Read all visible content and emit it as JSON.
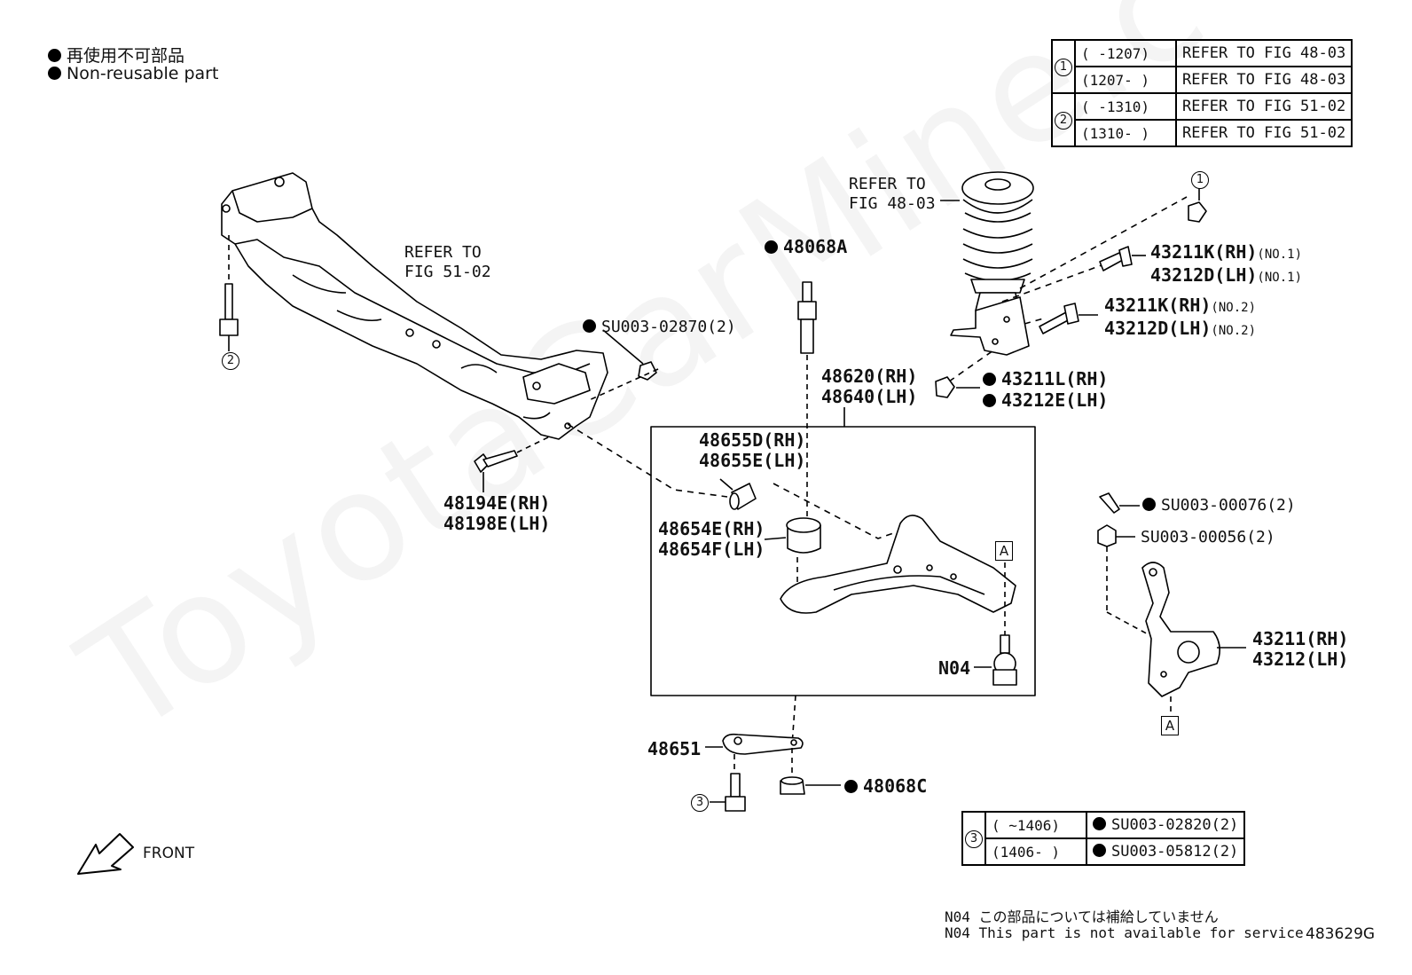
{
  "legend": {
    "jp": "再使用不可部品",
    "en": "Non-reusable part"
  },
  "ref_table_top": {
    "rows": [
      {
        "group": "1",
        "range": "(    -1207)",
        "ref": "REFER TO FIG 48-03"
      },
      {
        "group": "1",
        "range": "(1207-    )",
        "ref": "REFER TO FIG 48-03"
      },
      {
        "group": "2",
        "range": "(    -1310)",
        "ref": "REFER TO FIG 51-02"
      },
      {
        "group": "2",
        "range": "(1310-    )",
        "ref": "REFER TO FIG 51-02"
      }
    ]
  },
  "ref_table_bottom": {
    "group": "3",
    "rows": [
      {
        "range": "(    ~1406)",
        "part": "SU003-02820(2)"
      },
      {
        "range": "(1406-    )",
        "part": "SU003-05812(2)"
      }
    ]
  },
  "refs": {
    "crossmember": [
      "REFER TO",
      "FIG 51-02"
    ],
    "strut": [
      "REFER TO",
      "FIG 48-03"
    ]
  },
  "parts": {
    "p48068A": "48068A",
    "pSU003_02870": "SU003-02870(2)",
    "p48194E": "48194E(RH)",
    "p48198E": "48198E(LH)",
    "p48620": "48620(RH)",
    "p48640": "48640(LH)",
    "p48655D": "48655D(RH)",
    "p48655E": "48655E(LH)",
    "p48654E": "48654E(RH)",
    "p48654F": "48654F(LH)",
    "pN04": "N04",
    "p48651": "48651",
    "p48068C": "48068C",
    "p43211K_1": "43211K(RH)",
    "p43211K_1_s": "(NO.1)",
    "p43212D_1": "43212D(LH)",
    "p43212D_1_s": "(NO.1)",
    "p43211K_2": "43211K(RH)",
    "p43211K_2_s": "(NO.2)",
    "p43212D_2": "43212D(LH)",
    "p43212D_2_s": "(NO.2)",
    "p43211L": "43211L(RH)",
    "p43212E": "43212E(LH)",
    "pSU003_00076": "SU003-00076(2)",
    "pSU003_00056": "SU003-00056(2)",
    "p43211": "43211(RH)",
    "p43212": "43212(LH)"
  },
  "markers": {
    "c1": "1",
    "c2": "2",
    "c3": "3",
    "a": "A"
  },
  "front_label": "FRONT",
  "notes": {
    "jp": "N04  この部品については補給していません",
    "en": "N04 This part is not available for service"
  },
  "figure_id": "483629G",
  "watermark": "ToyotaCarMine.c"
}
